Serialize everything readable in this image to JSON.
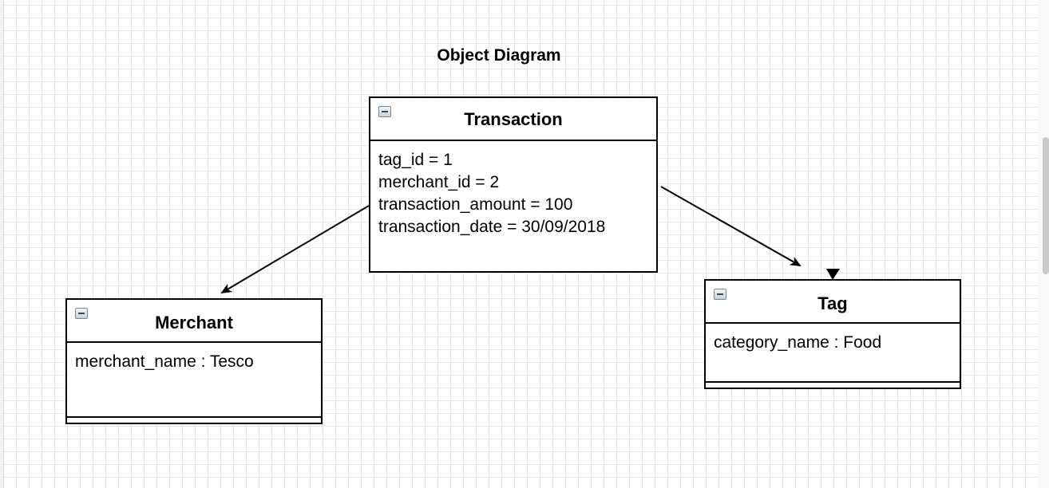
{
  "diagram": {
    "title": "Object Diagram",
    "objects": {
      "transaction": {
        "name": "Transaction",
        "attributes": [
          "tag_id = 1",
          "merchant_id = 2",
          "transaction_amount = 100",
          "transaction_date = 30/09/2018"
        ]
      },
      "merchant": {
        "name": "Merchant",
        "attributes": [
          "merchant_name : Tesco"
        ]
      },
      "tag": {
        "name": "Tag",
        "attributes": [
          "category_name : Food"
        ]
      }
    },
    "connectors": [
      {
        "from": "Transaction",
        "to": "Merchant"
      },
      {
        "from": "Transaction",
        "to": "Tag"
      }
    ],
    "colors": {
      "line": "#000000",
      "grid": "#e6e6e6",
      "background": "#ffffff"
    }
  }
}
